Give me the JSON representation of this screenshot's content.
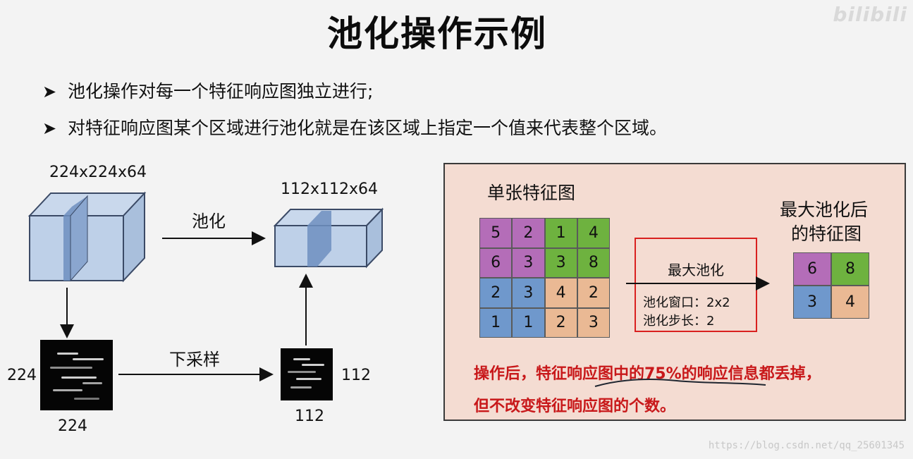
{
  "header": {
    "title": "池化操作示例",
    "brand_logo": "bilibili"
  },
  "bullets": [
    {
      "marker": "➤",
      "text": "池化操作对每一个特征响应图独立进行;"
    },
    {
      "marker": "➤",
      "text": "对特征响应图某个区域进行池化就是在该区域上指定一个值来代表整个区域。"
    }
  ],
  "left_diagram": {
    "input_dims": "224x224x64",
    "output_dims": "112x112x64",
    "pool_label": "池化",
    "downsample_label": "下采样",
    "input_map_height": "224",
    "input_map_width": "224",
    "output_map_height": "112",
    "output_map_width": "112"
  },
  "panel": {
    "title": "单张特征图",
    "input_grid": [
      [
        "5",
        "2",
        "1",
        "4"
      ],
      [
        "6",
        "3",
        "3",
        "8"
      ],
      [
        "2",
        "3",
        "4",
        "2"
      ],
      [
        "1",
        "1",
        "2",
        "3"
      ]
    ],
    "input_colors": [
      [
        "purple",
        "purple",
        "green",
        "green"
      ],
      [
        "purple",
        "purple",
        "green",
        "green"
      ],
      [
        "blue",
        "blue",
        "peach",
        "peach"
      ],
      [
        "blue",
        "blue",
        "peach",
        "peach"
      ]
    ],
    "operation": "最大池化",
    "window_param": "池化窗口：2x2",
    "stride_param": "池化步长：2",
    "result_title_line1": "最大池化后",
    "result_title_line2": "的特征图",
    "output_grid": [
      [
        "6",
        "8"
      ],
      [
        "3",
        "4"
      ]
    ],
    "output_colors": [
      [
        "purple",
        "green"
      ],
      [
        "blue",
        "peach"
      ]
    ],
    "note_line1": "操作后，特征响应图中的75%的响应信息都丢掉，",
    "note_line2": "但不改变特征响应图的个数。"
  },
  "watermark": "https://blog.csdn.net/qq_25601345",
  "colors": {
    "purple": "#b46db8",
    "green": "#6eb23f",
    "blue": "#6f98cc",
    "peach": "#eab994",
    "highlight_red": "#d9201f",
    "panel_bg": "#f4dcd2"
  }
}
